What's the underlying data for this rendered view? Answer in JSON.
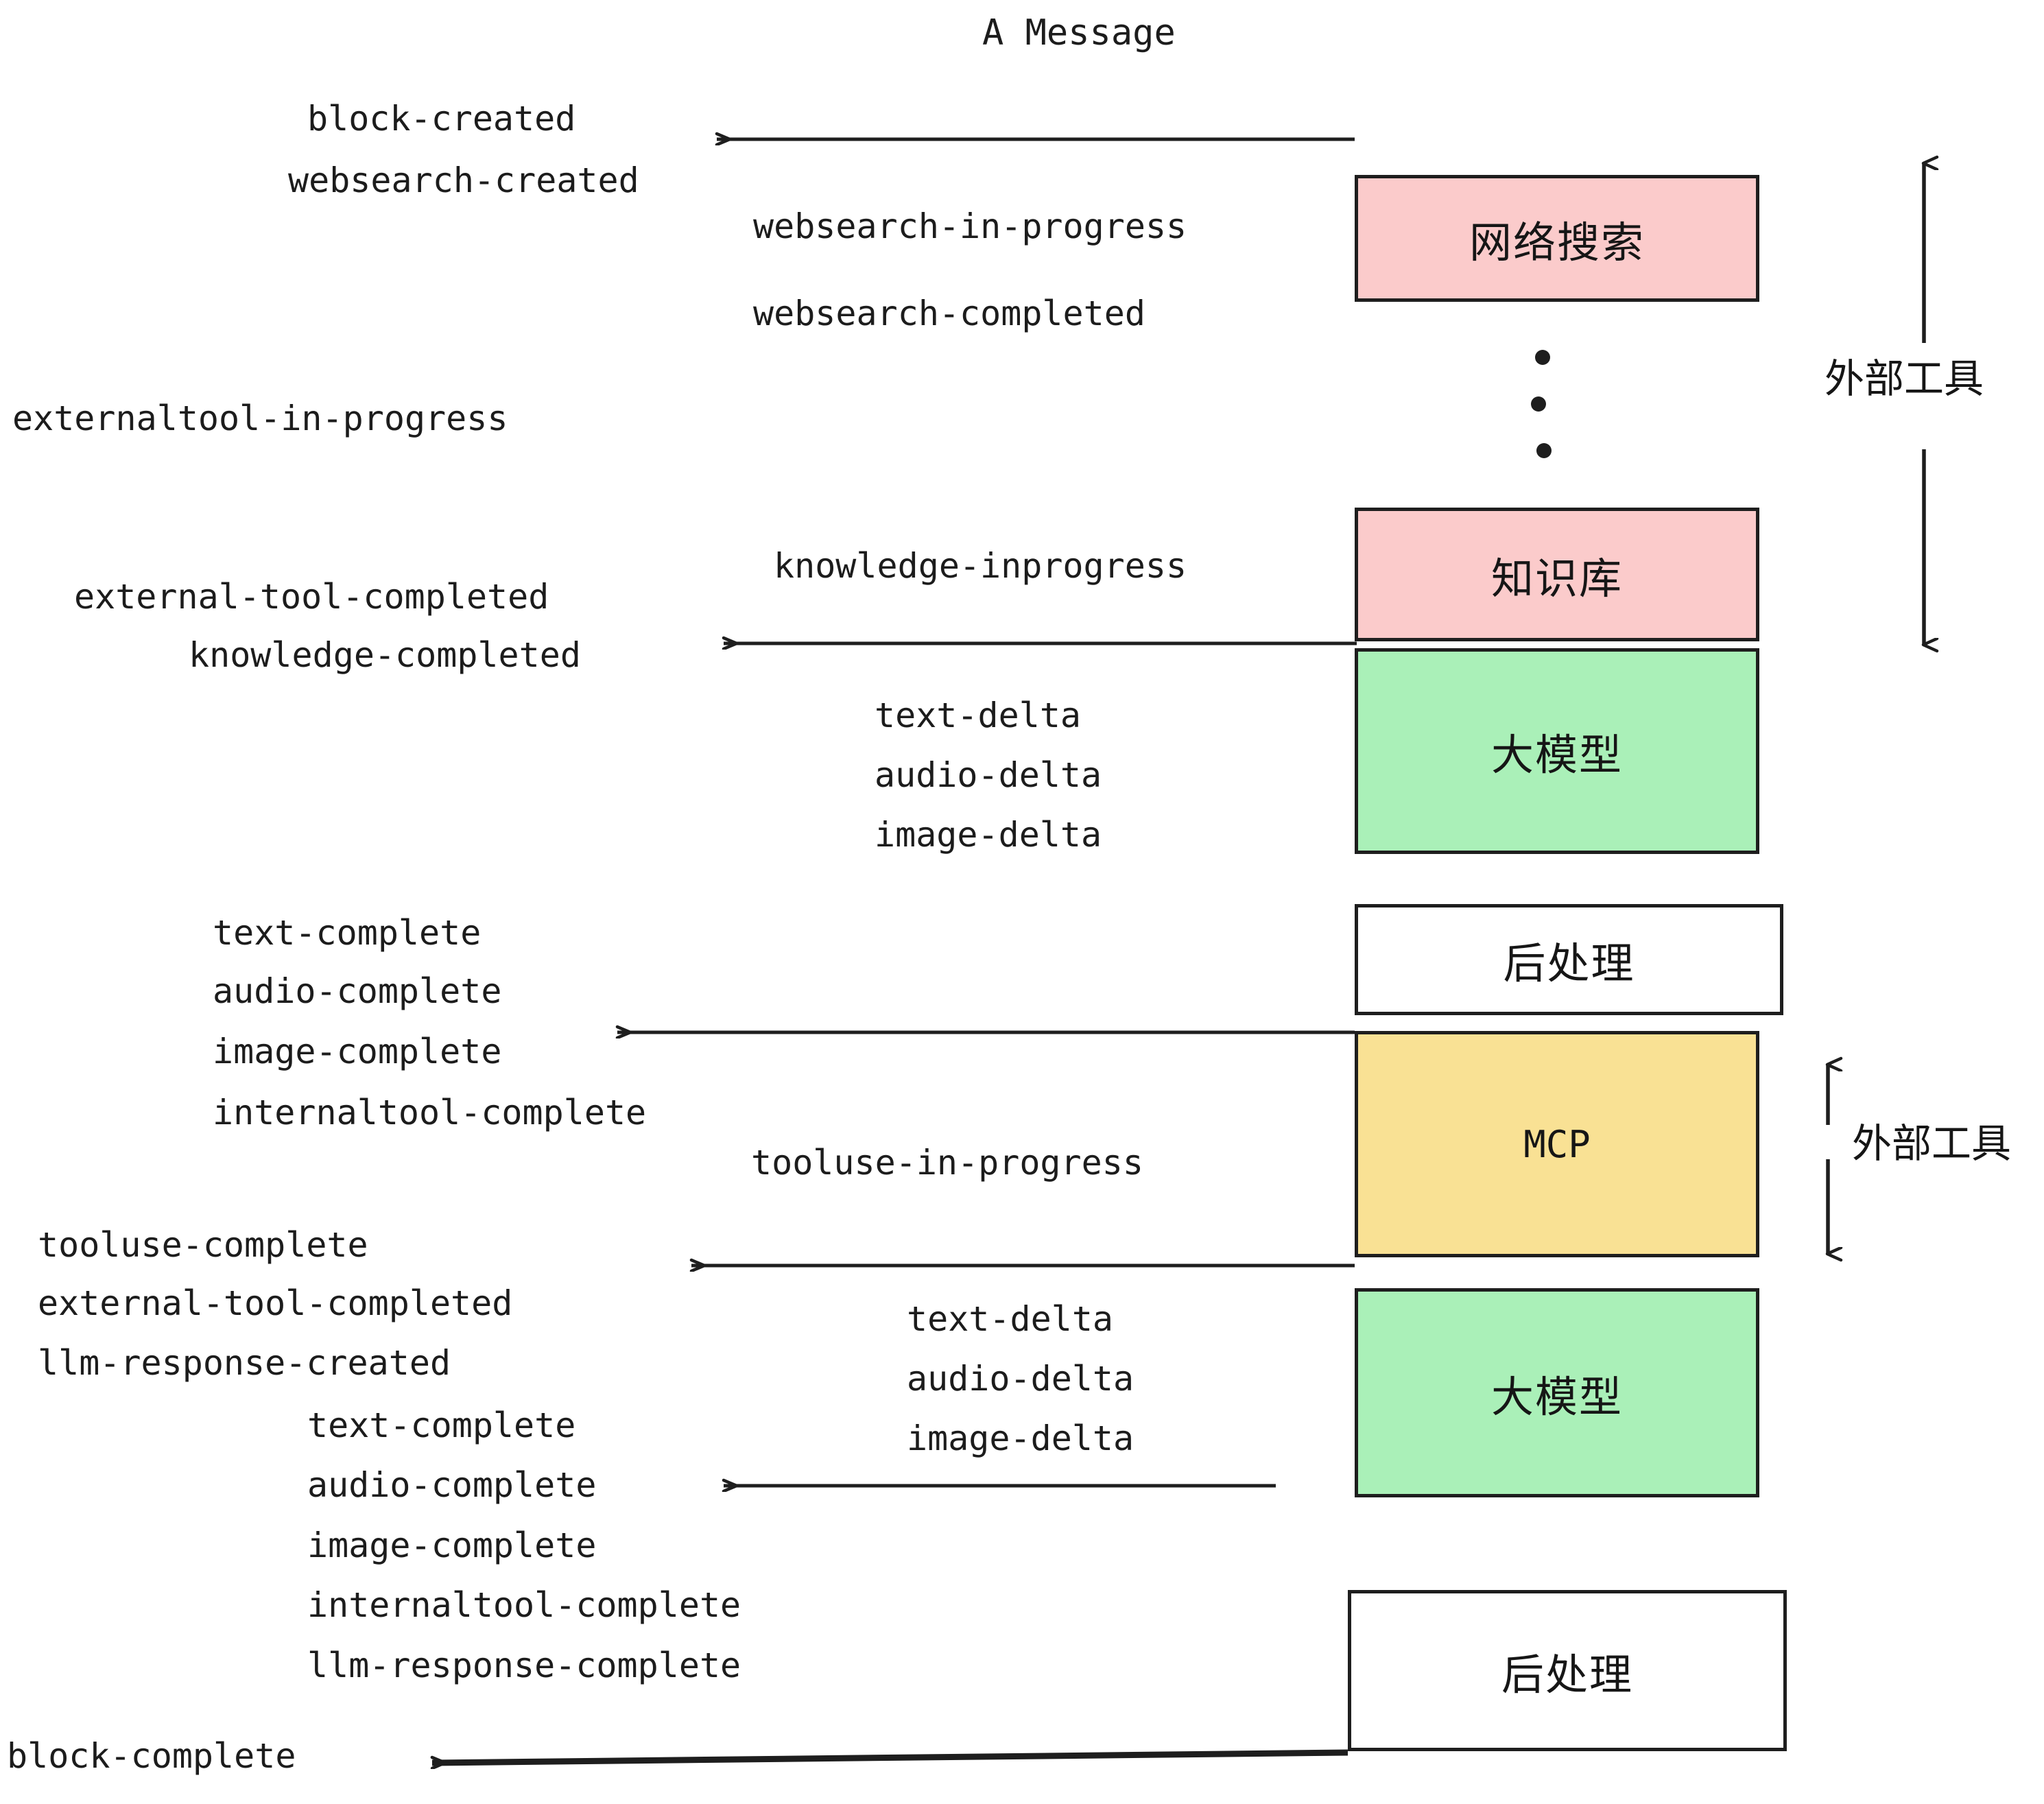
{
  "diagram": {
    "title": "A Message",
    "colors": {
      "pink": "#fbcbcb",
      "green": "#aaf0b8",
      "yellow": "#f9e194",
      "white": "#ffffff",
      "stroke": "#1e1e1e",
      "text": "#1c1c1c"
    },
    "nodes": [
      {
        "id": "websearch",
        "label": "网络搜索",
        "fill": "pink",
        "font": "cjk"
      },
      {
        "id": "knowledge",
        "label": "知识库",
        "fill": "pink",
        "font": "cjk"
      },
      {
        "id": "llm-1",
        "label": "大模型",
        "fill": "green",
        "font": "cjk"
      },
      {
        "id": "postprocess-1",
        "label": "后处理",
        "fill": "white",
        "font": "cjk"
      },
      {
        "id": "mcp",
        "label": "MCP",
        "fill": "yellow",
        "font": "mono"
      },
      {
        "id": "llm-2",
        "label": "大模型",
        "fill": "green",
        "font": "cjk"
      },
      {
        "id": "postprocess-2",
        "label": "后处理",
        "fill": "white",
        "font": "cjk"
      }
    ],
    "side_labels": [
      {
        "id": "external-tools-top",
        "label": "外部工具"
      },
      {
        "id": "external-tools-bottom",
        "label": "外部工具"
      }
    ],
    "events": [
      {
        "id": "block-created",
        "label": "block-created"
      },
      {
        "id": "websearch-created",
        "label": "websearch-created"
      },
      {
        "id": "websearch-in-progress",
        "label": "websearch-in-progress"
      },
      {
        "id": "websearch-completed",
        "label": "websearch-completed"
      },
      {
        "id": "externaltool-in-progress",
        "label": "externaltool-in-progress"
      },
      {
        "id": "knowledge-inprogress",
        "label": "knowledge-inprogress"
      },
      {
        "id": "external-tool-completed-1",
        "label": "external-tool-completed"
      },
      {
        "id": "knowledge-completed",
        "label": "knowledge-completed"
      },
      {
        "id": "text-delta-1",
        "label": "text-delta"
      },
      {
        "id": "audio-delta-1",
        "label": "audio-delta"
      },
      {
        "id": "image-delta-1",
        "label": "image-delta"
      },
      {
        "id": "text-complete-1",
        "label": "text-complete"
      },
      {
        "id": "audio-complete-1",
        "label": "audio-complete"
      },
      {
        "id": "image-complete-1",
        "label": "image-complete"
      },
      {
        "id": "internaltool-complete-1",
        "label": "internaltool-complete"
      },
      {
        "id": "tooluse-in-progress",
        "label": "tooluse-in-progress"
      },
      {
        "id": "tooluse-complete",
        "label": "tooluse-complete"
      },
      {
        "id": "external-tool-completed-2",
        "label": "external-tool-completed"
      },
      {
        "id": "llm-response-created",
        "label": "llm-response-created"
      },
      {
        "id": "text-delta-2",
        "label": "text-delta"
      },
      {
        "id": "audio-delta-2",
        "label": "audio-delta"
      },
      {
        "id": "image-delta-2",
        "label": "image-delta"
      },
      {
        "id": "text-complete-2",
        "label": "text-complete"
      },
      {
        "id": "audio-complete-2",
        "label": "audio-complete"
      },
      {
        "id": "image-complete-2",
        "label": "image-complete"
      },
      {
        "id": "internaltool-complete-2",
        "label": "internaltool-complete"
      },
      {
        "id": "llm-response-complete",
        "label": "llm-response-complete"
      },
      {
        "id": "block-complete",
        "label": "block-complete"
      }
    ]
  }
}
